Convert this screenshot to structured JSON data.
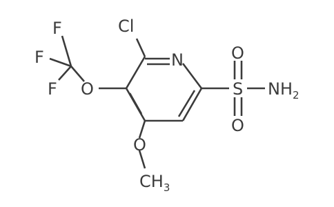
{
  "molecule": {
    "atoms": {
      "cl": "Cl",
      "n": "N",
      "s": "S",
      "o_top": "O",
      "o_bottom": "O",
      "nh2_n": "NH",
      "nh2_sub": "2",
      "o_ether_cf3": "O",
      "f_top": "F",
      "f_mid": "F",
      "f_bottom": "F",
      "o_methoxy": "O",
      "ch3_c": "CH",
      "ch3_sub": "3"
    }
  }
}
